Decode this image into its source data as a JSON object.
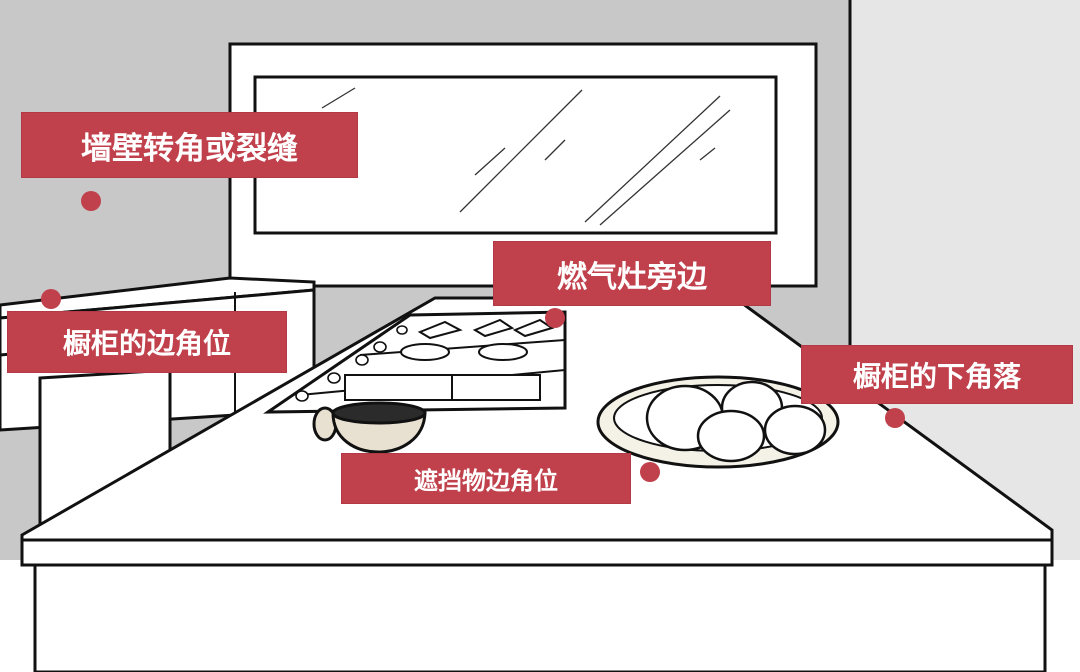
{
  "callouts": {
    "wall_corner": "墙壁转角或裂缝",
    "stove_side": "燃气灶旁边",
    "cabinet_edge": "橱柜的边角位",
    "cabinet_bottom": "橱柜的下角落",
    "obstacle_edge": "遮挡物边角位"
  },
  "colors": {
    "callout_bg": "#c0404b",
    "wall": "#c8c8c8",
    "right_wall": "#e6e6e6",
    "outline": "#111111",
    "counter": "#ffffff",
    "bowl": "#f4f1e6"
  },
  "icons": {
    "marker": "red-dot-icon"
  }
}
